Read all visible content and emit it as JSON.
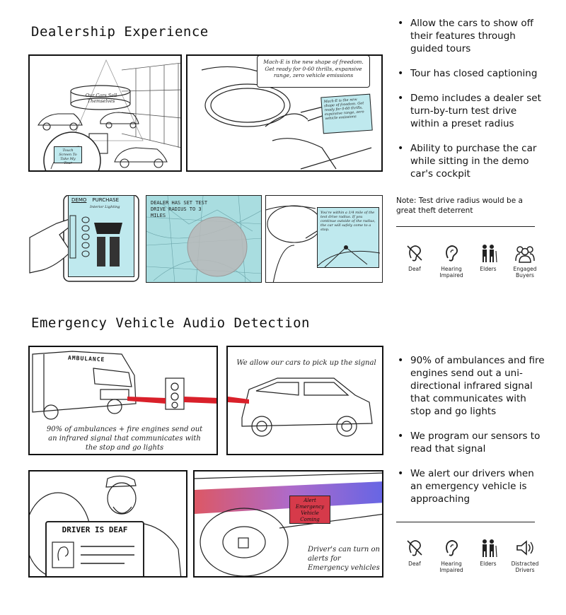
{
  "section1": {
    "title": "Dealership Experience",
    "panel_showroom": {
      "banner": "Our Cars Sell Themselves",
      "screen_text": "Touch Screen To Take My Tour"
    },
    "panel_cockpit": {
      "bubble": "Mach-E is the new shape of freedom. Get ready for 0-60 thrills, expansive range, zero vehicle emissions",
      "screen_text": "Mach-E is the new shape of freedom. Get ready for 0-60 thrills, expansive range, zero vehicle emissions"
    },
    "panel_tablet": {
      "tab_demo": "DEMO",
      "tab_purchase": "PURCHASE",
      "subtitle": "Interior Lighting"
    },
    "panel_map": {
      "label": "DEALER HAS SET TEST DRIVE RADIUS TO 3 MILES"
    },
    "panel_dash": {
      "screen_text": "You're within a 1/4 mile of the test drive radius. If you continue outside of the radius, the car will safely come to a stop."
    },
    "bullets": [
      "Allow the cars to show off their features through guided tours",
      "Tour has closed captioning",
      "Demo includes a dealer set turn-by-turn test drive within a preset radius",
      "Ability to purchase the car while sitting in the demo car's cockpit"
    ],
    "note": "Note: Test drive radius would  be a great theft deterrent",
    "icons": [
      {
        "icon": "deaf-icon",
        "label": "Deaf"
      },
      {
        "icon": "hearing-impaired-icon",
        "label": "Hearing Impaired"
      },
      {
        "icon": "elders-icon",
        "label": "Elders"
      },
      {
        "icon": "engaged-buyers-icon",
        "label": "Engaged Buyers"
      }
    ]
  },
  "section2": {
    "title": "Emergency Vehicle Audio Detection",
    "panel_ambulance": {
      "vehicle_text": "AMBULANCE",
      "caption": "90% of ambulances + fire engines send out an infrared signal that communicates with the stop and go lights"
    },
    "panel_car": {
      "caption": "We allow our cars to pick up the signal"
    },
    "panel_driver": {
      "sign": "DRIVER IS DEAF"
    },
    "panel_alert": {
      "alert_text": "Alert Emergency Vehicle Coming",
      "caption": "Driver's can turn on alerts for Emergency vehicles"
    },
    "bullets": [
      "90% of ambulances and fire engines send out a uni-directional infrared signal that communicates with stop and go lights",
      "We program our sensors to read that signal",
      "We alert our drivers when an emergency vehicle is approaching"
    ],
    "icons": [
      {
        "icon": "deaf-icon",
        "label": "Deaf"
      },
      {
        "icon": "hearing-impaired-icon",
        "label": "Hearing Impaired"
      },
      {
        "icon": "elders-icon",
        "label": "Elders"
      },
      {
        "icon": "distracted-drivers-icon",
        "label": "Distracted Drivers"
      }
    ]
  },
  "colors": {
    "screen_teal": "#bfe9ee",
    "map_teal": "#a9dde0",
    "signal_red": "#d9202a",
    "alert_blue": "#4a4ae0",
    "alert_red": "#d63a4a"
  }
}
